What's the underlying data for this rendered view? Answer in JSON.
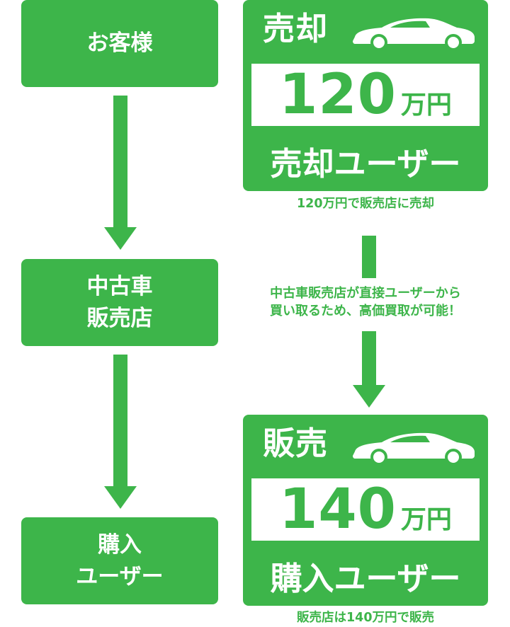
{
  "colors": {
    "accent": "#3db54a",
    "text_on_accent": "#ffffff"
  },
  "left_column": {
    "customer": "お客様",
    "dealer_line1": "中古車",
    "dealer_line2": "販売店",
    "buyer_line1": "購入",
    "buyer_line2": "ユーザー"
  },
  "sell_panel": {
    "title": "売却",
    "car_icon": "car-icon",
    "price": "120",
    "unit": "万円",
    "footer": "売却ユーザー",
    "caption": "120万円で販売店に売却"
  },
  "middle_note": {
    "line1": "中古車販売店が直接ユーザーから",
    "line2": "買い取るため、高価買取が可能！"
  },
  "buy_panel": {
    "title": "販売",
    "car_icon": "car-icon",
    "price": "140",
    "unit": "万円",
    "footer": "購入ユーザー",
    "caption": "販売店は140万円で販売"
  }
}
